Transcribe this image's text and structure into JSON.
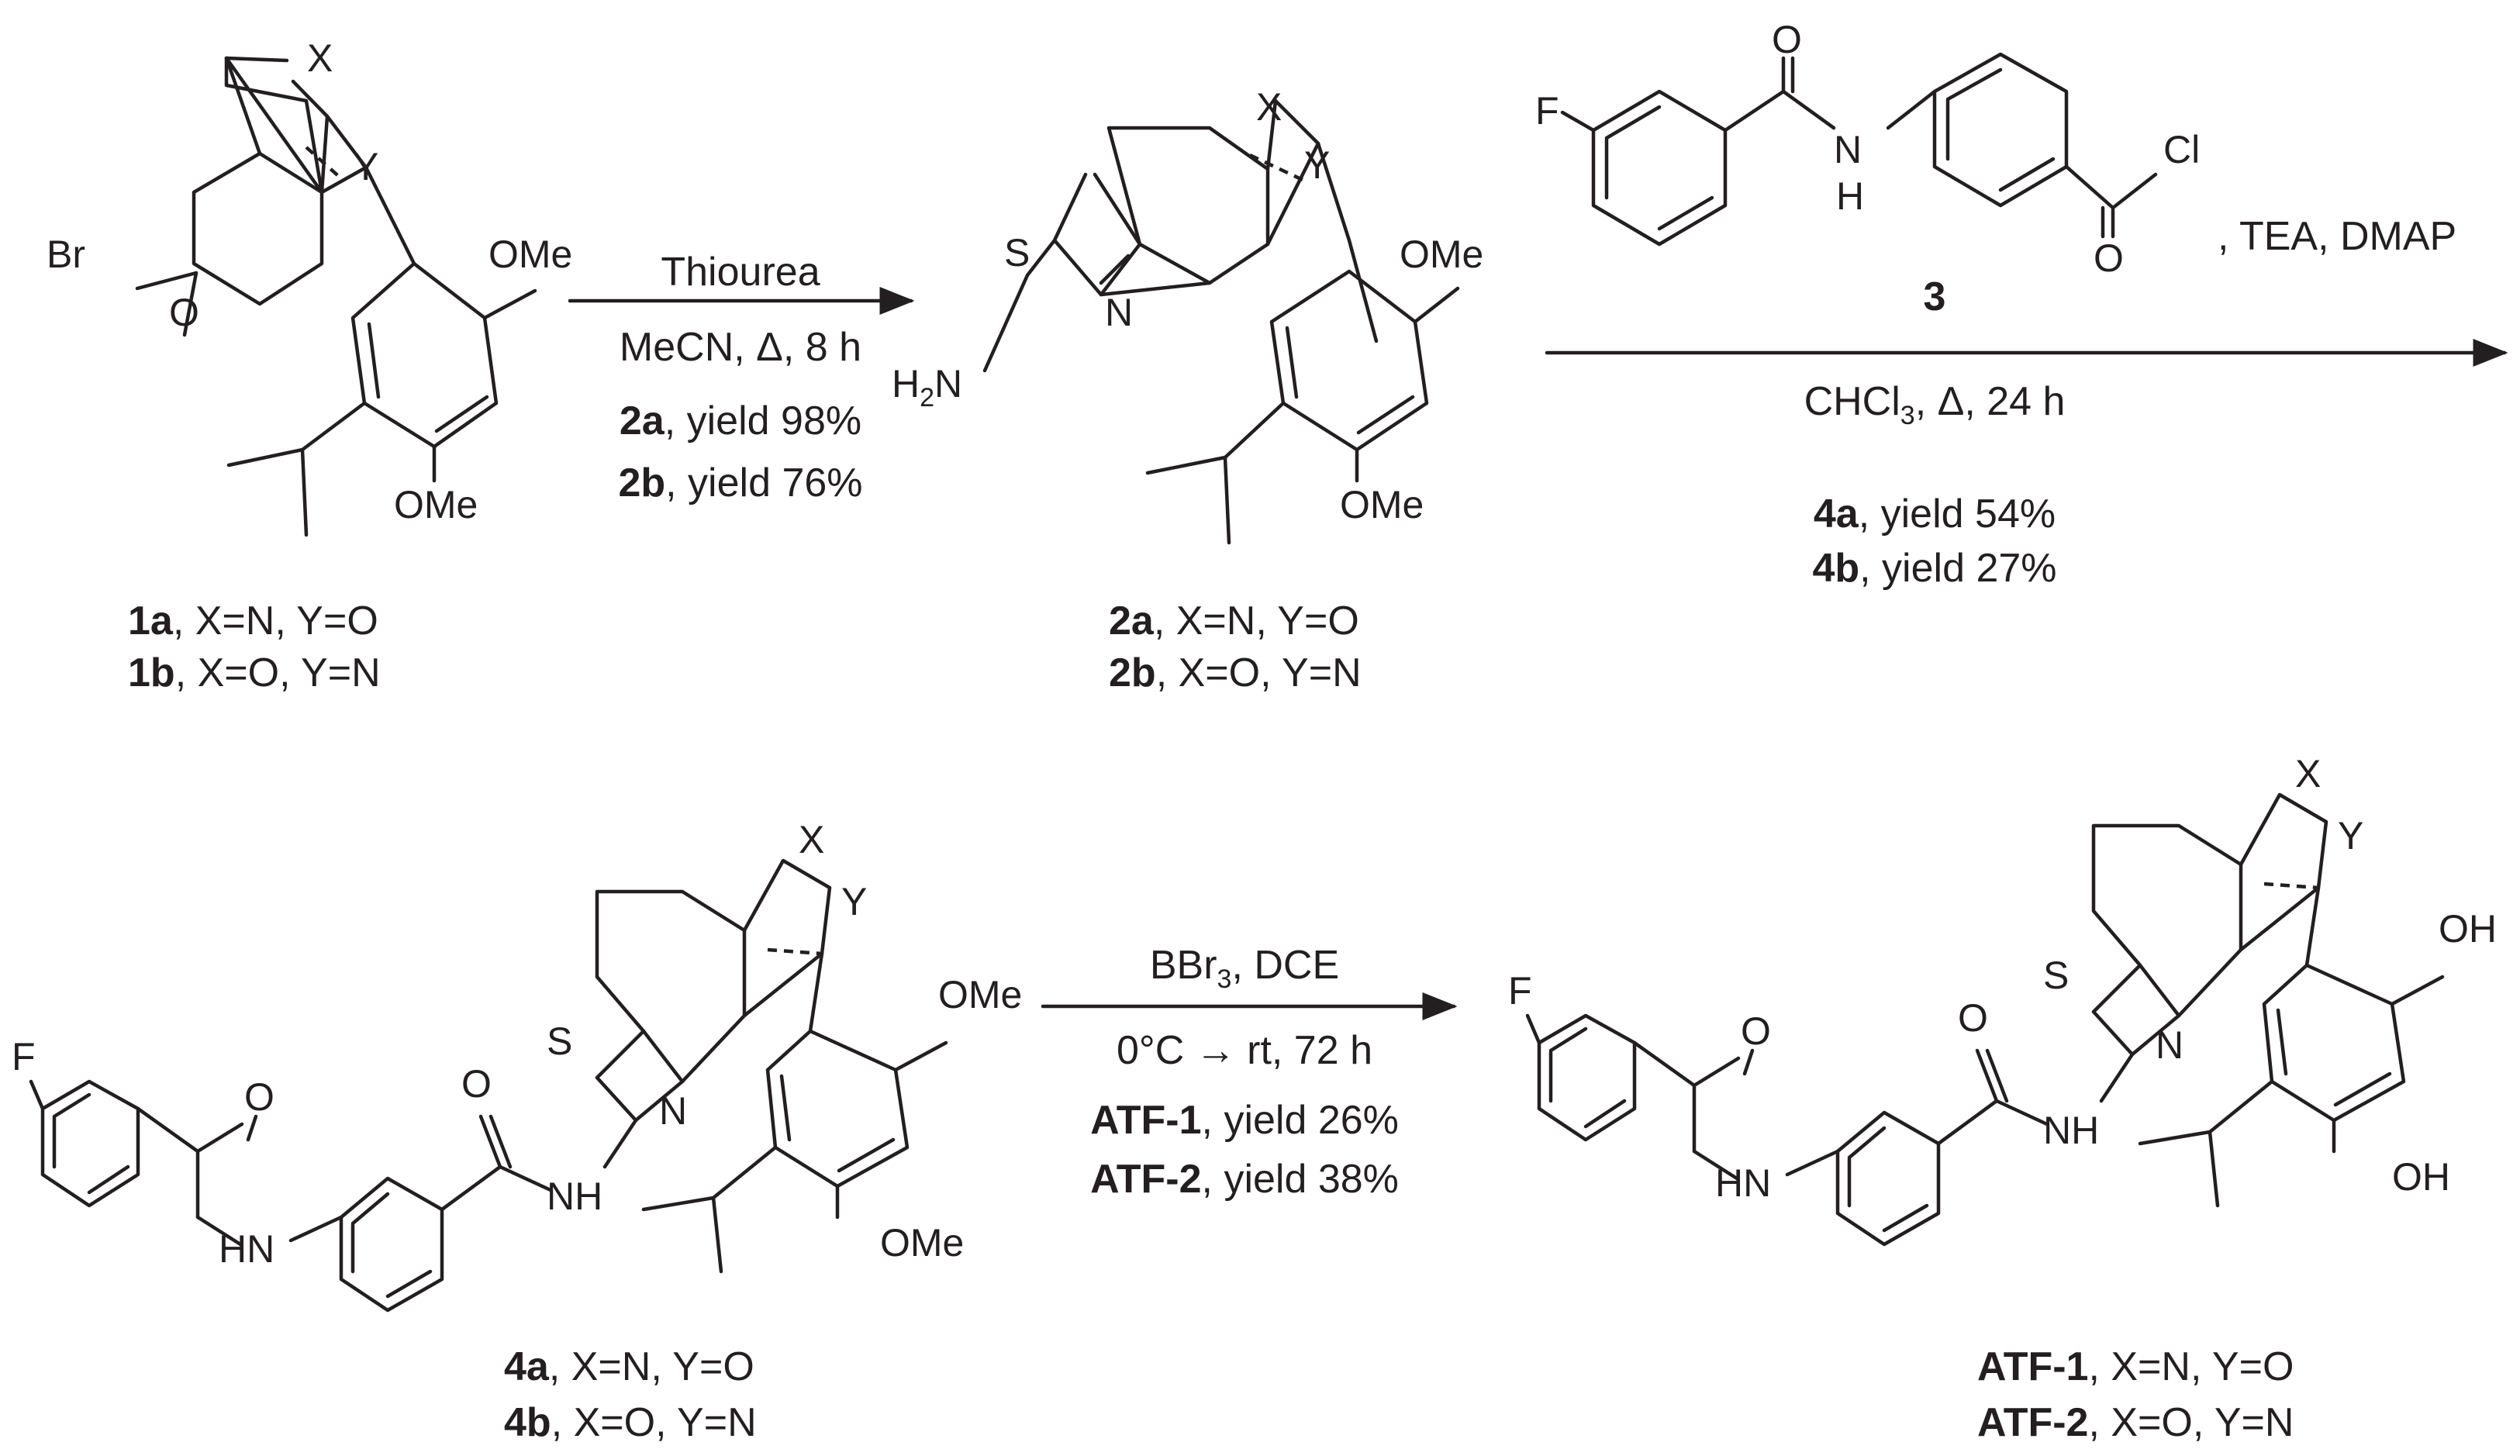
{
  "compounds": {
    "c1": {
      "atoms": {
        "br": "Br",
        "o": "O",
        "x": "X",
        "y": "Y",
        "ome1": "OMe",
        "ome2": "OMe"
      },
      "label_1a": {
        "id": "1a",
        "desc": ", X=N, Y=O"
      },
      "label_1b": {
        "id": "1b",
        "desc": ", X=O, Y=N"
      }
    },
    "c2": {
      "atoms": {
        "s": "S",
        "n": "N",
        "h2n": "H",
        "sub2": "2",
        "n2": "N",
        "x": "X",
        "y": "Y",
        "ome1": "OMe",
        "ome2": "OMe"
      },
      "label_2a": {
        "id": "2a",
        "desc": ", X=N, Y=O"
      },
      "label_2b": {
        "id": "2b",
        "desc": ", X=O, Y=N"
      }
    },
    "c3": {
      "atoms": {
        "f": "F",
        "o1": "O",
        "n": "N",
        "h": "H",
        "o2": "O",
        "cl": "Cl"
      },
      "id": "3"
    },
    "c4": {
      "atoms": {
        "f": "F",
        "o1": "O",
        "hn": "HN",
        "o2": "O",
        "nh": "NH",
        "s": "S",
        "n": "N",
        "x": "X",
        "y": "Y",
        "ome1": "OMe",
        "ome2": "OMe"
      },
      "label_4a": {
        "id": "4a",
        "desc": ", X=N, Y=O"
      },
      "label_4b": {
        "id": "4b",
        "desc": ", X=O, Y=N"
      }
    },
    "atf": {
      "atoms": {
        "f": "F",
        "o1": "O",
        "hn": "HN",
        "o2": "O",
        "nh": "NH",
        "s": "S",
        "n": "N",
        "x": "X",
        "y": "Y",
        "oh1": "OH",
        "oh2": "OH"
      },
      "label_1": {
        "id": "ATF-1",
        "desc": ", X=N, Y=O"
      },
      "label_2": {
        "id": "ATF-2",
        "desc": ", X=O, Y=N"
      }
    }
  },
  "steps": {
    "step1": {
      "reagent": "Thiourea",
      "conditions": "MeCN, Δ, 8 h",
      "yields": [
        {
          "id": "2a",
          "text": ", yield 98%"
        },
        {
          "id": "2b",
          "text": ", yield 76%"
        }
      ]
    },
    "step2": {
      "reagent_extra": ", TEA, DMAP",
      "conditions_a": "CHCl",
      "conditions_sub": "3",
      "conditions_b": ", Δ, 24 h",
      "yields": [
        {
          "id": "4a",
          "text": ", yield 54%"
        },
        {
          "id": "4b",
          "text": ", yield 27%"
        }
      ]
    },
    "step3": {
      "reagent_a": "BBr",
      "reagent_sub": "3",
      "reagent_b": ", DCE",
      "conditions": "0°C → rt, 72 h",
      "yields": [
        {
          "id": "ATF-1",
          "text": ", yield 26%"
        },
        {
          "id": "ATF-2",
          "text": ", yield 38%"
        }
      ]
    }
  }
}
